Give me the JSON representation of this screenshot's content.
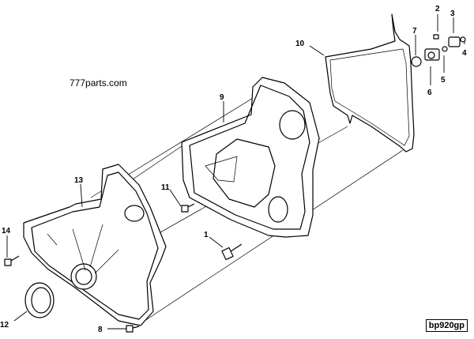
{
  "watermark": "777parts.com",
  "drawing_code": "bp920gp",
  "callouts": [
    {
      "id": "1",
      "label": "1"
    },
    {
      "id": "2",
      "label": "2"
    },
    {
      "id": "3",
      "label": "3"
    },
    {
      "id": "4",
      "label": "4"
    },
    {
      "id": "5",
      "label": "5"
    },
    {
      "id": "6",
      "label": "6"
    },
    {
      "id": "7",
      "label": "7"
    },
    {
      "id": "8",
      "label": "8"
    },
    {
      "id": "9",
      "label": "9"
    },
    {
      "id": "10",
      "label": "10"
    },
    {
      "id": "11",
      "label": "11"
    },
    {
      "id": "12",
      "label": "12"
    },
    {
      "id": "13",
      "label": "13"
    },
    {
      "id": "14",
      "label": "14"
    }
  ]
}
